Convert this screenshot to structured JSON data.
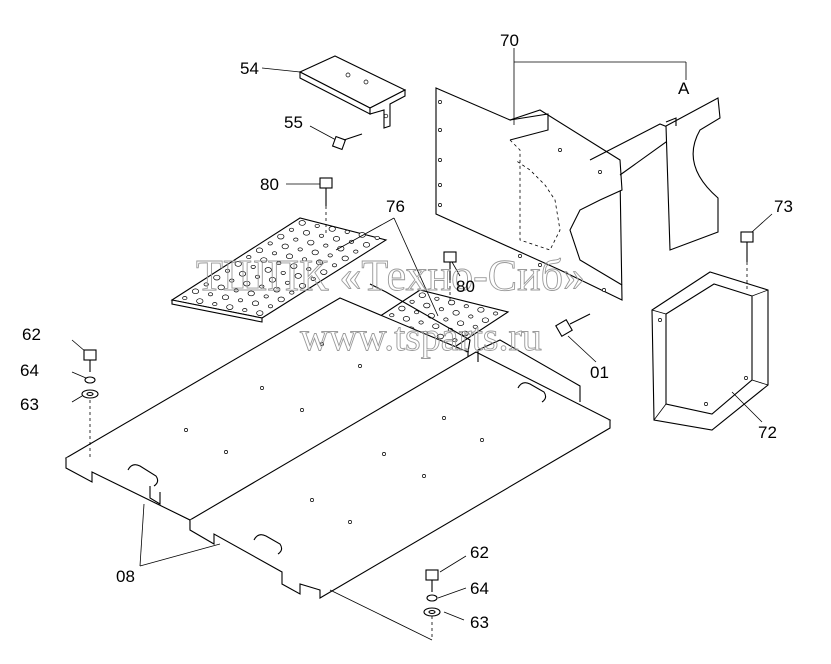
{
  "callouts": {
    "c54": "54",
    "c55": "55",
    "c70": "70",
    "cA": "A",
    "c80a": "80",
    "c76": "76",
    "c80b": "80",
    "c73": "73",
    "c62a": "62",
    "c64a": "64",
    "c63a": "63",
    "c01": "01",
    "c72": "72",
    "c08": "08",
    "c62b": "62",
    "c64b": "64",
    "c63b": "63"
  },
  "watermark": {
    "line1": "ТШПК «Техно-Сиб»",
    "line2": "www.tsparts.ru"
  }
}
